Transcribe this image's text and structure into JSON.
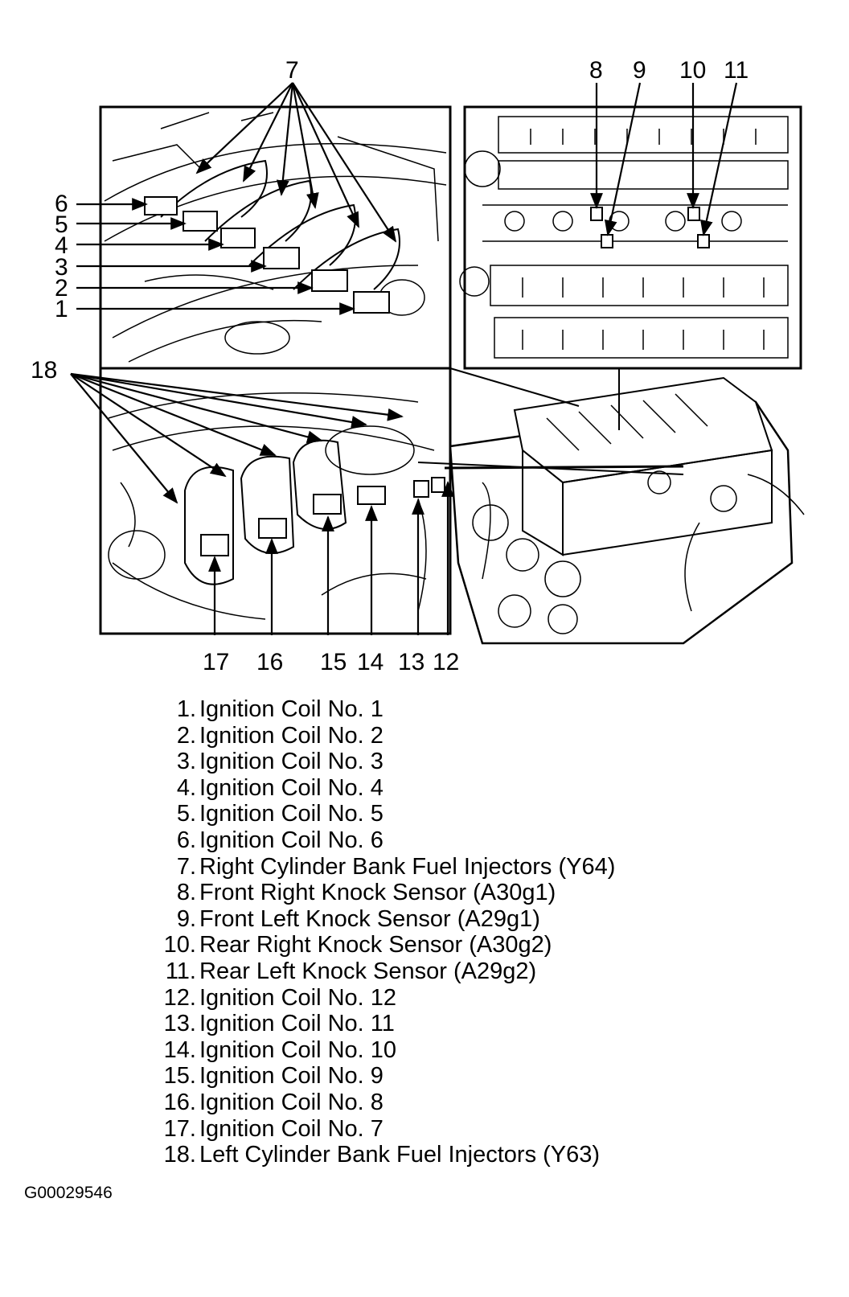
{
  "callouts": {
    "c1": "1",
    "c2": "2",
    "c3": "3",
    "c4": "4",
    "c5": "5",
    "c6": "6",
    "c7": "7",
    "c8": "8",
    "c9": "9",
    "c10": "10",
    "c11": "11",
    "c12": "12",
    "c13": "13",
    "c14": "14",
    "c15": "15",
    "c16": "16",
    "c17": "17",
    "c18": "18"
  },
  "legend": [
    {
      "num": "1.",
      "text": "Ignition Coil No. 1"
    },
    {
      "num": "2.",
      "text": "Ignition Coil No. 2"
    },
    {
      "num": "3.",
      "text": "Ignition Coil No. 3"
    },
    {
      "num": "4.",
      "text": "Ignition Coil No. 4"
    },
    {
      "num": "5.",
      "text": "Ignition Coil No. 5"
    },
    {
      "num": "6.",
      "text": "Ignition Coil No. 6"
    },
    {
      "num": "7.",
      "text": "Right Cylinder Bank Fuel Injectors (Y64)"
    },
    {
      "num": "8.",
      "text": "Front Right Knock Sensor (A30g1)"
    },
    {
      "num": "9.",
      "text": "Front Left Knock Sensor (A29g1)"
    },
    {
      "num": "10.",
      "text": "Rear Right Knock Sensor (A30g2)"
    },
    {
      "num": "11.",
      "text": "Rear Left Knock Sensor (A29g2)"
    },
    {
      "num": "12.",
      "text": "Ignition Coil No. 12"
    },
    {
      "num": "13.",
      "text": "Ignition Coil No. 11"
    },
    {
      "num": "14.",
      "text": "Ignition Coil No. 10"
    },
    {
      "num": "15.",
      "text": "Ignition Coil No. 9"
    },
    {
      "num": "16.",
      "text": "Ignition Coil No. 8"
    },
    {
      "num": "17.",
      "text": "Ignition Coil No. 7"
    },
    {
      "num": "18.",
      "text": "Left Cylinder Bank Fuel Injectors (Y63)"
    }
  ],
  "figure_id": "G00029546"
}
